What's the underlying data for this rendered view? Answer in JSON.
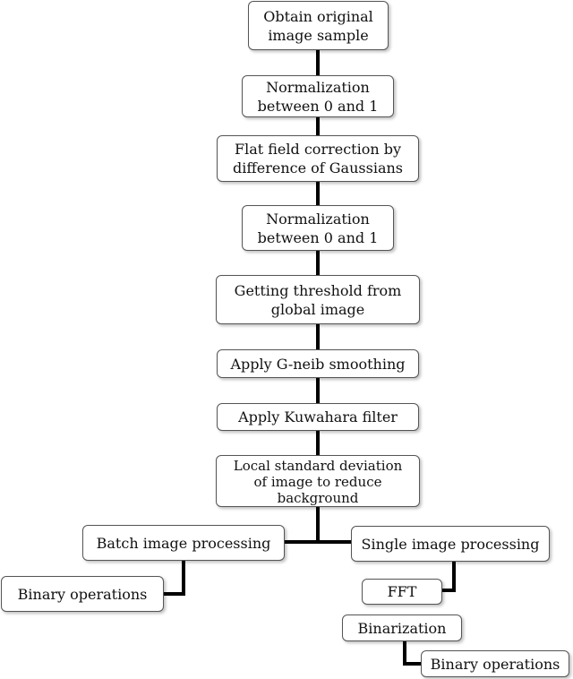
{
  "steps": {
    "obtain": [
      "Obtain original",
      "image sample"
    ],
    "norm1": [
      "Normalization",
      "between 0 and 1"
    ],
    "flat": [
      "Flat field correction by",
      "difference of Gaussians"
    ],
    "norm2": [
      "Normalization",
      "between 0 and 1"
    ],
    "threshold": [
      "Getting threshold from",
      "global image"
    ],
    "gneib": "Apply G-neib smoothing",
    "kuwahara": "Apply Kuwahara filter",
    "localstd": [
      "Local standard deviation",
      "of image to reduce",
      "background"
    ],
    "batch": "Batch image processing",
    "single": "Single image processing",
    "binary_left": "Binary operations",
    "fft": "FFT",
    "binarization": "Binarization",
    "binary_right": "Binary operations"
  }
}
